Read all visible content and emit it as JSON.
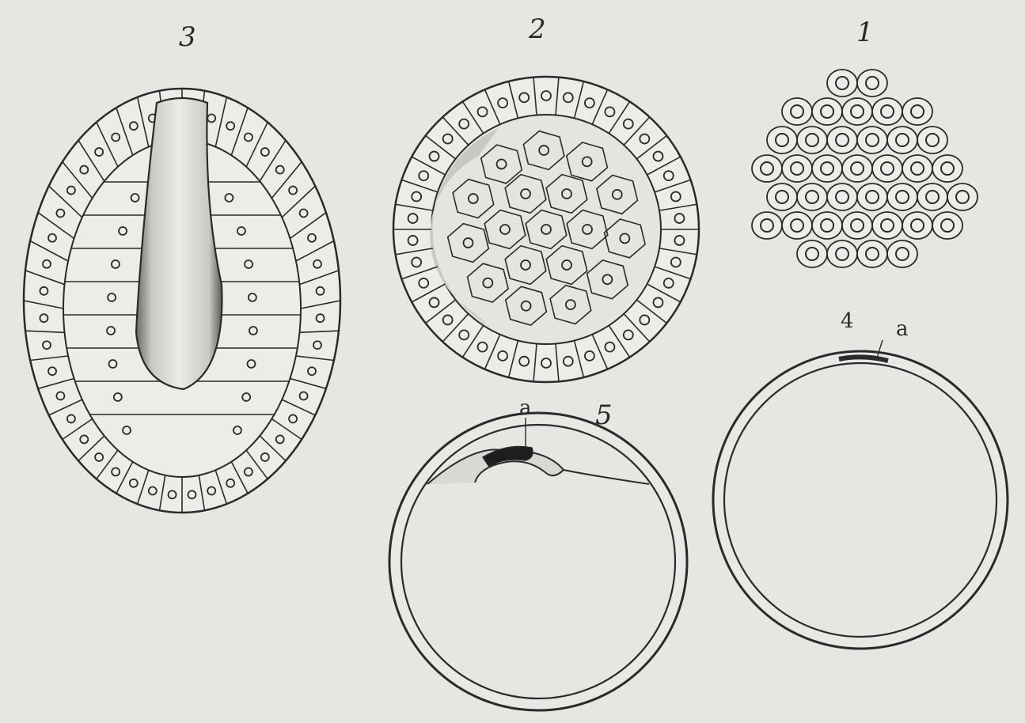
{
  "plate": {
    "paper_color": "#e6e6e3",
    "ink_color": "#2a2a2a",
    "figures": [
      {
        "id": "fig-1",
        "label": "1"
      },
      {
        "id": "fig-2",
        "label": "2"
      },
      {
        "id": "fig-3",
        "label": "3"
      },
      {
        "id": "fig-4",
        "label": "4",
        "annotation": "a"
      },
      {
        "id": "fig-5",
        "label": "5",
        "annotation": "a"
      }
    ]
  }
}
